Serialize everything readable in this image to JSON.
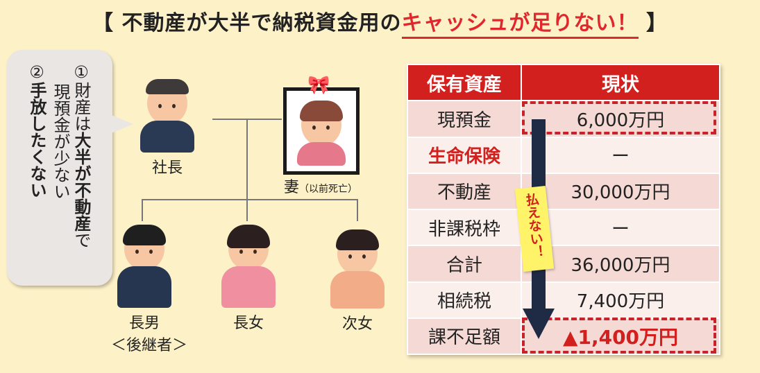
{
  "title": {
    "open": "【",
    "main": " 不動産が大半で納税資金用の",
    "highlight": "キャッシュが足りない！",
    "close": " 】"
  },
  "bubble": {
    "item1_num": "①",
    "item1_a": "財産は",
    "item1_b": "大半が不動産",
    "item1_c": "で",
    "item1_d": "現預金が少ない",
    "item2_num": "②",
    "item2": "手放したくない"
  },
  "family": {
    "president": "社長",
    "wife": "妻",
    "wife_note": "（以前死亡）",
    "son": "長男",
    "son_note": "＜後継者＞",
    "daughter1": "長女",
    "daughter2": "次女"
  },
  "table": {
    "col1": "保有資産",
    "col2": "現状",
    "rows": [
      {
        "label": "現預金",
        "value": "6,000万円"
      },
      {
        "label": "生命保険",
        "value": "ー"
      },
      {
        "label": "不動産",
        "value": "30,000万円"
      },
      {
        "label": "非課税枠",
        "value": "ー"
      },
      {
        "label": "合計",
        "value": "36,000万円"
      },
      {
        "label": "相続税",
        "value": "7,400万円"
      },
      {
        "label": "課不足額",
        "value": "▲1,400万円"
      }
    ]
  },
  "note": "払えない！",
  "colors": {
    "accent": "#d1201e",
    "background": "#fdf1c8",
    "arrow": "#1f2a44"
  }
}
